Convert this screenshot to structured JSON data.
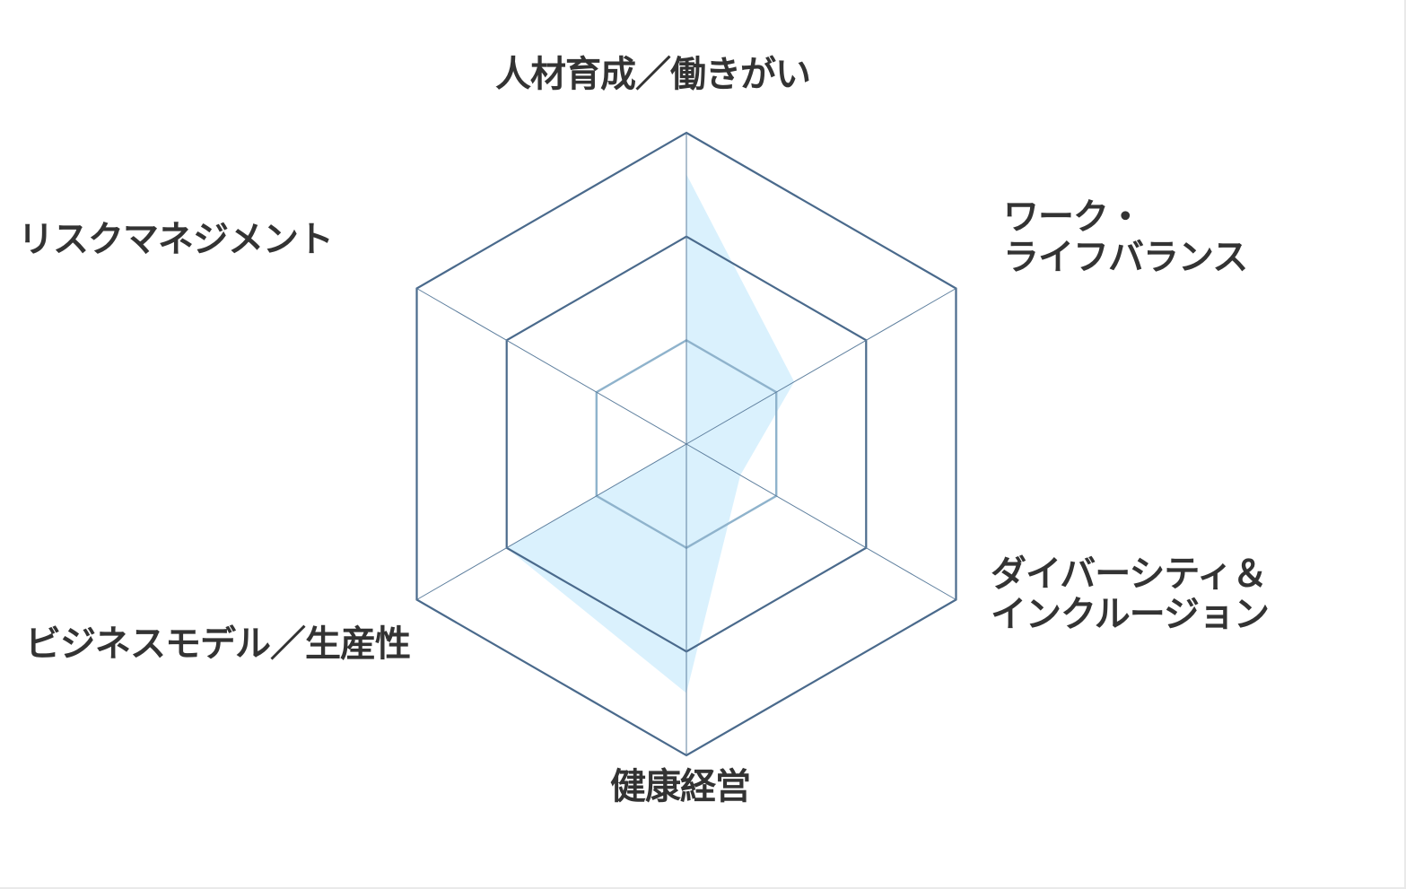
{
  "chart_data": {
    "type": "radar",
    "categories": [
      "人材育成／働きがい",
      "ワーク・\nライフバランス",
      "ダイバーシティ＆\nインクルージョン",
      "健康経営",
      "ビジネスモデル／生産性",
      "リスクマネジメント"
    ],
    "series": [
      {
        "values": [
          2.6,
          1.2,
          0.6,
          2.4,
          2.0,
          0
        ]
      }
    ],
    "rlim": [
      0,
      3
    ],
    "grid_levels": [
      1,
      2,
      3
    ],
    "colors": {
      "fill": "#daf1fd",
      "outer_grid": "#4a6a8c",
      "inner_grid": "#8fb3cc",
      "spoke": "#5e7f9e",
      "label": "#333333"
    }
  }
}
